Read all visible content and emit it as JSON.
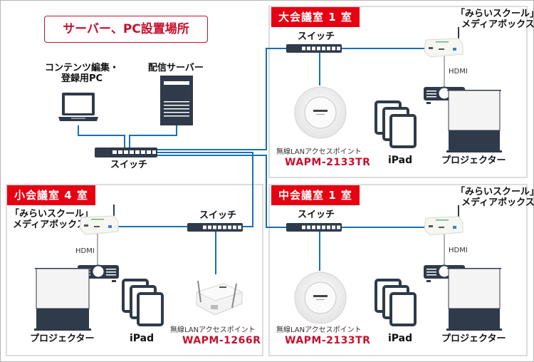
{
  "colors": {
    "accent_red": "#e60012",
    "title_red": "#c8102e",
    "wire_blue": "#1a6fb5",
    "device_dark": "#2f3a4a",
    "hdmi_gray": "#9a9a9a"
  },
  "server_area": {
    "title": "サーバー、PC設置場所",
    "pc_label_line1": "コンテンツ編集・",
    "pc_label_line2": "登録用PC",
    "server_label": "配信サーバー",
    "switch_label": "スイッチ",
    "icons": [
      "laptop-icon",
      "server-icon",
      "switch-icon"
    ]
  },
  "rooms": {
    "large": {
      "label": "大会議室 1 室",
      "switch_label": "スイッチ",
      "mediabox_line1": "「みらいスクール」",
      "mediabox_line2": "メディアボックス",
      "hdmi_label": "HDMI",
      "ap_caption": "無線LANアクセスポイント",
      "ap_model": "WAPM-2133TR",
      "ipad_label": "iPad",
      "projector_label": "プロジェクター"
    },
    "medium": {
      "label": "中会議室 1 室",
      "switch_label": "スイッチ",
      "mediabox_line1": "「みらいスクール」",
      "mediabox_line2": "メディアボックス",
      "hdmi_label": "HDMI",
      "ap_caption": "無線LANアクセスポイント",
      "ap_model": "WAPM-2133TR",
      "ipad_label": "iPad",
      "projector_label": "プロジェクター"
    },
    "small": {
      "label": "小会議室 4 室",
      "switch_label": "スイッチ",
      "mediabox_line1": "「みらいスクール」",
      "mediabox_line2": "メディアボックス",
      "hdmi_label": "HDMI",
      "ap_caption": "無線LANアクセスポイント",
      "ap_model": "WAPM-1266R",
      "ipad_label": "iPad",
      "projector_label": "プロジェクター"
    }
  }
}
